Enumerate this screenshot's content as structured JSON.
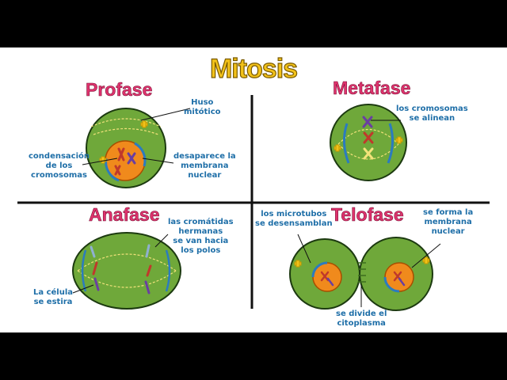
{
  "title": "Mitosis",
  "phases": {
    "profase": "Profase",
    "metafase": "Metafase",
    "anafase": "Anafase",
    "telofase": "Telofase"
  },
  "labels": {
    "huso": "Huso\nmitótico",
    "condensacion": "condensación\nde los\ncromosomas",
    "desaparece": "desaparece la\nmembrana\nnuclear",
    "alinean": "los cromosomas\nse alinean",
    "cromatidas": "las cromátidas\nhermanas\nse van hacia\nlos polos",
    "estira": "La célula\nse estira",
    "microtubos": "los microtubos\nse desensamblan",
    "forma": "se forma la\nmembrana\nnuclear",
    "divide": "se divide el\ncitoplasma"
  },
  "colors": {
    "title": "#f2c21a",
    "phase": "#e0336e",
    "label": "#1f6fa8",
    "cell": "#6fa83a",
    "nucleus": "#f08a1c",
    "membrane": "#2b7bbf",
    "chromosome_red": "#c0392b",
    "chromosome_purple": "#6a3fa0",
    "centrosome": "#f2c21a"
  }
}
